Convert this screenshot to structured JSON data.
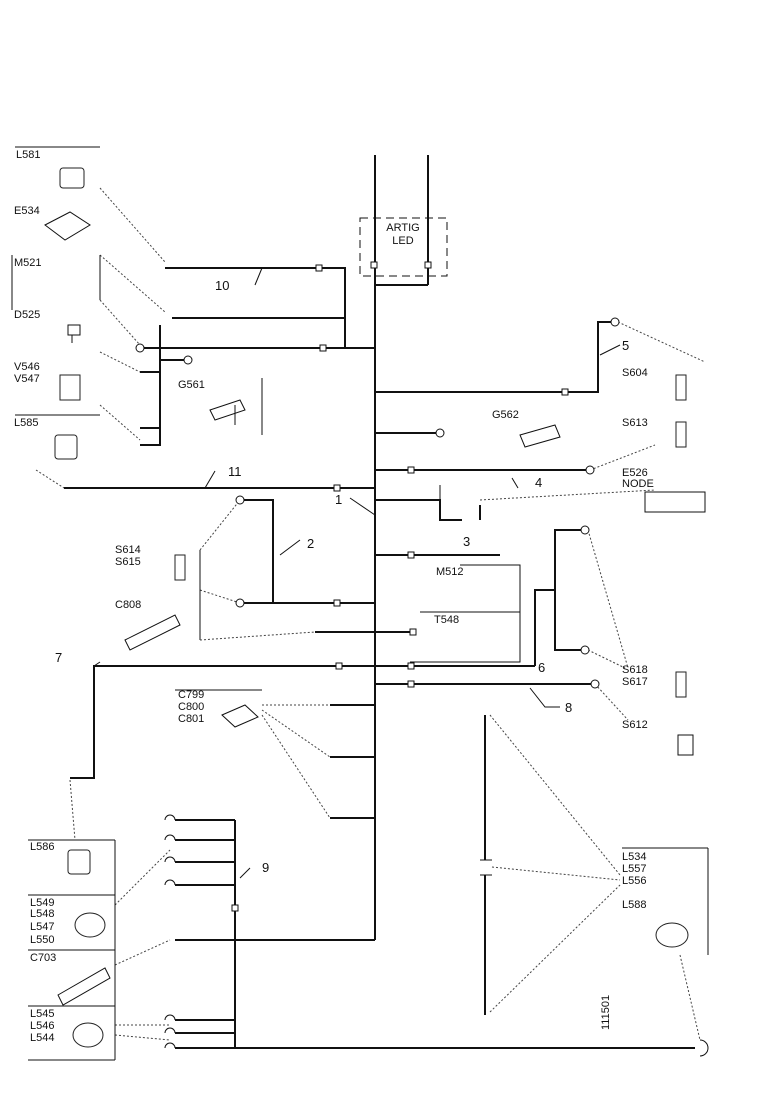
{
  "box": {
    "line1": "ARTIG",
    "line2": "LED"
  },
  "labels": {
    "L581": "L581",
    "E534": "E534",
    "M521": "M521",
    "D525": "D525",
    "V546": "V546",
    "V547": "V547",
    "L585": "L585",
    "G561": "G561",
    "G562": "G562",
    "S604": "S604",
    "S613": "S613",
    "E526": "E526",
    "NODE": "NODE",
    "S614": "S614",
    "S615": "S615",
    "C808": "C808",
    "M512": "M512",
    "T548": "T548",
    "S618": "S618",
    "S617": "S617",
    "S612": "S612",
    "C799": "C799",
    "C800": "C800",
    "C801": "C801",
    "L586": "L586",
    "L549": "L549",
    "L548": "L548",
    "L547": "L547",
    "L550": "L550",
    "C703": "C703",
    "L545": "L545",
    "L546": "L546",
    "L544": "L544",
    "L534": "L534",
    "L557": "L557",
    "L556": "L556",
    "L588": "L588"
  },
  "numbers": {
    "n1": "1",
    "n2": "2",
    "n3": "3",
    "n4": "4",
    "n5": "5",
    "n6": "6",
    "n7": "7",
    "n8": "8",
    "n9": "9",
    "n10": "10",
    "n11": "11"
  },
  "figure_id": "111501"
}
